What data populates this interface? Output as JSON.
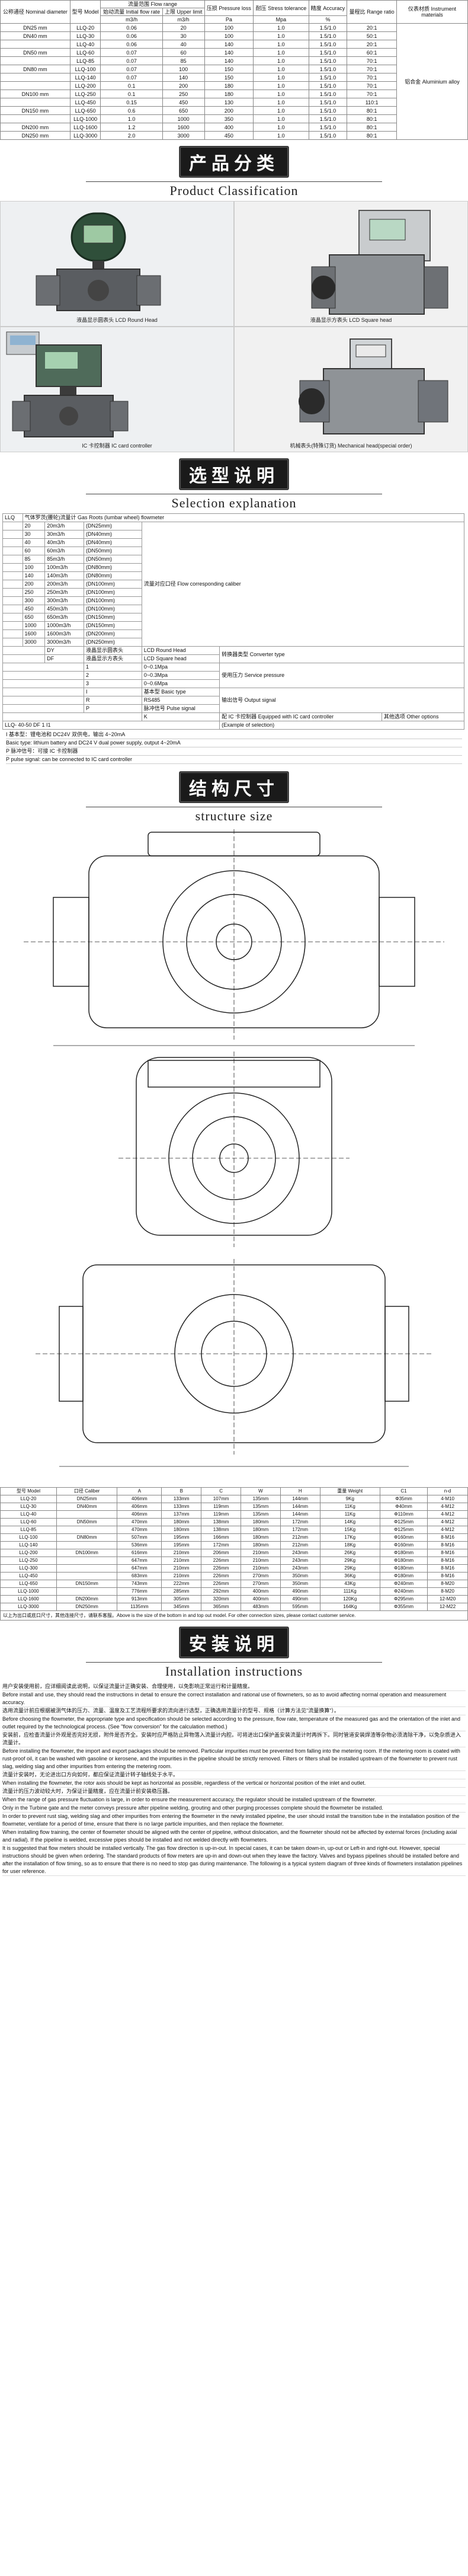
{
  "spec": {
    "group_header": "流量范围    Flow range",
    "headers": [
      "公称通径 Nominal diameter",
      "型号 Model",
      "始动流量 Initial flow rate",
      "上限 Upper limit",
      "压损 Pressure loss",
      "耐压 Stress tolerance",
      "精度 Accuracy",
      "量程比 Range ratio",
      "仪表材质 Instrument materials"
    ],
    "units": [
      "",
      "",
      "m3/h",
      "m3/h",
      "Pa",
      "Mpa",
      "%",
      "",
      ""
    ],
    "rows": [
      [
        "DN25 mm",
        "LLQ-20",
        "0.06",
        "20",
        "100",
        "1.0",
        "1.5/1.0",
        "20:1"
      ],
      [
        "DN40 mm",
        "LLQ-30",
        "0.06",
        "30",
        "100",
        "1.0",
        "1.5/1.0",
        "50:1"
      ],
      [
        "",
        "LLQ-40",
        "0.06",
        "40",
        "140",
        "1.0",
        "1.5/1.0",
        "20:1"
      ],
      [
        "DN50 mm",
        "LLQ-60",
        "0.07",
        "60",
        "140",
        "1.0",
        "1.5/1.0",
        "60:1"
      ],
      [
        "",
        "LLQ-85",
        "0.07",
        "85",
        "140",
        "1.0",
        "1.5/1.0",
        "70:1"
      ],
      [
        "DN80 mm",
        "LLQ-100",
        "0.07",
        "100",
        "150",
        "1.0",
        "1.5/1.0",
        "70:1"
      ],
      [
        "",
        "LLQ-140",
        "0.07",
        "140",
        "150",
        "1.0",
        "1.5/1.0",
        "70:1"
      ],
      [
        "",
        "LLQ-200",
        "0.1",
        "200",
        "180",
        "1.0",
        "1.5/1.0",
        "70:1"
      ],
      [
        "DN100 mm",
        "LLQ-250",
        "0.1",
        "250",
        "180",
        "1.0",
        "1.5/1.0",
        "70:1"
      ],
      [
        "",
        "LLQ-450",
        "0.15",
        "450",
        "130",
        "1.0",
        "1.5/1.0",
        "110:1"
      ],
      [
        "DN150 mm",
        "LLQ-650",
        "0.6",
        "650",
        "200",
        "1.0",
        "1.5/1.0",
        "80:1"
      ],
      [
        "",
        "LLQ-1000",
        "1.0",
        "1000",
        "350",
        "1.0",
        "1.5/1.0",
        "80:1"
      ],
      [
        "DN200 mm",
        "LLQ-1600",
        "1.2",
        "1600",
        "400",
        "1.0",
        "1.5/1.0",
        "80:1"
      ],
      [
        "DN250 mm",
        "LLQ-3000",
        "2.0",
        "3000",
        "450",
        "1.0",
        "1.5/1.0",
        "80:1"
      ]
    ],
    "material": "铝合金 Aluminium alloy"
  },
  "classification": {
    "title_cn": "产品分类",
    "title_en": "Product Classification",
    "captions": [
      "液晶显示圆表头    LCD Round Head",
      "液晶显示方表头    LCD Square head",
      "IC 卡控制器    IC card controller",
      "机械表头(特殊订货)    Mechanical head(special order)"
    ]
  },
  "selection": {
    "title_cn": "选型说明",
    "title_en": "Selection explanation",
    "header_code": "LLQ",
    "header_desc": "气体罗茨(腰轮)流量计    Gas Roots (lumbar wheel) flowmeter",
    "flow_codes": [
      [
        "20",
        "20m3/h",
        "(DN25mm)"
      ],
      [
        "30",
        "30m3/h",
        "(DN40mm)"
      ],
      [
        "40",
        "40m3/h",
        "(DN40mm)"
      ],
      [
        "60",
        "60m3/h",
        "(DN50mm)"
      ],
      [
        "85",
        "85m3/h",
        "(DN50mm)"
      ],
      [
        "100",
        "100m3/h",
        "(DN80mm)"
      ],
      [
        "140",
        "140m3/h",
        "(DN80mm)"
      ],
      [
        "200",
        "200m3/h",
        "(DN100mm)"
      ],
      [
        "250",
        "250m3/h",
        "(DN100mm)"
      ],
      [
        "300",
        "300m3/h",
        "(DN100mm)"
      ],
      [
        "450",
        "450m3/h",
        "(DN100mm)"
      ],
      [
        "650",
        "650m3/h",
        "(DN150mm)"
      ],
      [
        "1000",
        "1000m3/h",
        "(DN150mm)"
      ],
      [
        "1600",
        "1600m3/h",
        "(DN200mm)"
      ],
      [
        "3000",
        "3000m3/h",
        "(DN250mm)"
      ]
    ],
    "flow_note": "流量对应口径 Flow corresponding caliber",
    "converter": [
      [
        "DY",
        "液晶显示圆表头",
        "LCD Round Head"
      ],
      [
        "DF",
        "液晶显示方表头",
        "LCD Square head"
      ]
    ],
    "converter_note": "转换器类型 Converter type",
    "pressure": [
      [
        "1",
        "0~0.1Mpa"
      ],
      [
        "2",
        "0~0.3Mpa"
      ],
      [
        "3",
        "0~0.6Mpa"
      ]
    ],
    "pressure_note": "使用压力 Service pressure",
    "output": [
      [
        "I",
        "基本型",
        "Basic type"
      ],
      [
        "R",
        "RS485",
        ""
      ],
      [
        "P",
        "脉冲信号",
        "Pulse signal"
      ]
    ],
    "output_note": "输出信号 Output signal",
    "other": [
      "K",
      "配 IC 卡控制器",
      "Equipped with IC card controller"
    ],
    "other_note": "其他选项 Other options",
    "example_code": "LLQ-   40-50    DF    1    I1",
    "example_note": "(Example of selection)",
    "notes": [
      "I 基本型：锂电池和 DC24V 双供电，输出 4~20mA",
      "Basic type: lithium battery and DC24 V dual power supply, output 4~20mA",
      "P 脉冲信号：可接 IC 卡控制器",
      "P pulse signal: can be connected to IC card controller"
    ]
  },
  "structure": {
    "title_cn": "结构尺寸",
    "title_en": "structure size",
    "headers": [
      "型号 Model",
      "口径 Caliber",
      "A",
      "B",
      "C",
      "W",
      "H",
      "重量 Weight",
      "C1",
      "n-d"
    ],
    "rows": [
      [
        "LLQ-20",
        "DN25mm",
        "406mm",
        "133mm",
        "107mm",
        "135mm",
        "144mm",
        "9Kg",
        "Φ35mm",
        "4-M10"
      ],
      [
        "LLQ-30",
        "DN40mm",
        "406mm",
        "133mm",
        "119mm",
        "135mm",
        "144mm",
        "11Kg",
        "Φ40mm",
        "4-M12"
      ],
      [
        "LLQ-40",
        "",
        "406mm",
        "137mm",
        "119mm",
        "135mm",
        "144mm",
        "11Kg",
        "Φ110mm",
        "4-M12"
      ],
      [
        "LLQ-60",
        "DN50mm",
        "470mm",
        "180mm",
        "138mm",
        "180mm",
        "172mm",
        "14Kg",
        "Φ125mm",
        "4-M12"
      ],
      [
        "LLQ-85",
        "",
        "470mm",
        "180mm",
        "138mm",
        "180mm",
        "172mm",
        "15Kg",
        "Φ125mm",
        "4-M12"
      ],
      [
        "LLQ-100",
        "DN80mm",
        "507mm",
        "195mm",
        "166mm",
        "180mm",
        "212mm",
        "17Kg",
        "Φ160mm",
        "8-M16"
      ],
      [
        "LLQ-140",
        "",
        "536mm",
        "195mm",
        "172mm",
        "180mm",
        "212mm",
        "18Kg",
        "Φ160mm",
        "8-M16"
      ],
      [
        "LLQ-200",
        "DN100mm",
        "616mm",
        "210mm",
        "206mm",
        "210mm",
        "243mm",
        "26Kg",
        "Φ180mm",
        "8-M16"
      ],
      [
        "LLQ-250",
        "",
        "647mm",
        "210mm",
        "226mm",
        "210mm",
        "243mm",
        "29Kg",
        "Φ180mm",
        "8-M16"
      ],
      [
        "LLQ-300",
        "",
        "647mm",
        "210mm",
        "226mm",
        "210mm",
        "243mm",
        "29Kg",
        "Φ180mm",
        "8-M16"
      ],
      [
        "LLQ-450",
        "",
        "683mm",
        "210mm",
        "226mm",
        "270mm",
        "350mm",
        "36Kg",
        "Φ180mm",
        "8-M16"
      ],
      [
        "LLQ-650",
        "DN150mm",
        "743mm",
        "222mm",
        "226mm",
        "270mm",
        "350mm",
        "43Kg",
        "Φ240mm",
        "8-M20"
      ],
      [
        "LLQ-1000",
        "",
        "776mm",
        "285mm",
        "292mm",
        "400mm",
        "490mm",
        "111Kg",
        "Φ240mm",
        "8-M20"
      ],
      [
        "LLQ-1600",
        "DN200mm",
        "913mm",
        "305mm",
        "320mm",
        "400mm",
        "490mm",
        "120Kg",
        "Φ295mm",
        "12-M20"
      ],
      [
        "LLQ-3000",
        "DN250mm",
        "1135mm",
        "345mm",
        "365mm",
        "483mm",
        "595mm",
        "164Kg",
        "Φ355mm",
        "12-M22"
      ]
    ],
    "note": "以上为出口或底口尺寸，其他连接尺寸，请联系客服。Above is the size of the bottom in and top out model. For other connection sizes, please contact customer service."
  },
  "installation": {
    "title_cn": "安装说明",
    "title_en": "Installation instructions",
    "paragraphs": [
      "用户安装使用前，应详细阅读此说明，以保证流量计正确安装、合理使用，以免影响正常运行和计量精度。",
      "Before install and use, they should read the instructions in detail to ensure the correct installation and rational use of flowmeters, so as to avoid affecting normal operation and measurement accuracy.",
      "选用流量计前应根据被测气体的压力、流量、温度及工艺流程所要求的流向进行选型，正确选用流量计的型号、规格（计算方法见\"流量换算\"）。",
      "Before choosing the flowmeter, the appropriate type and specification should be selected according to the pressure, flow rate, temperature of the measured gas and the orientation of the inlet and outlet required by the technological process. (See \"flow conversion\" for the calculation method.)",
      "安装前，应检查流量计外观是否完好无损，附件是否齐全。安装时应严格防止异物落入流量计内腔。可将进出口保护盖安装流量计时再拆下。同时管道安装焊渣等杂物必须清除干净，以免杂质进入流量计。",
      "Before installing the flowmeter, the import and export packages should be removed. Particular impurities must be prevented from falling into the metering room. If the metering room is coated with rust-proof oil, it can be washed with gasoline or kerosene, and the impurities in the pipeline should be strictly removed. Filters or filters shall be installed upstream of the flowmeter to prevent rust slag, welding slag and other impurities from entering the metering room.",
      "流量计安装时，无论进出口方向如何，都应保证流量计转子轴线处于水平。",
      "When installing the flowmeter, the rotor axis should be kept as horizontal as possible, regardless of the vertical or horizontal position of the inlet and outlet.",
      "流量计的压力波动较大时，为保证计量精度，应在流量计前安装稳压器。",
      "When the range of gas pressure fluctuation is large, in order to ensure the measurement accuracy, the regulator should be installed upstream of the flowmeter.",
      "Only in the Turbine gate and the meter conveys pressure after pipeline welding, grouting and other purging processes complete should the flowmeter be installed.",
      "In order to prevent rust slag, welding slag and other impurities from entering the flowmeter in the newly installed pipeline, the user should install the transition tube in the installation position of the flowmeter, ventilate for a period of time, ensure that there is no large particle impurities, and then replace the flowmeter.",
      "When installing flow training, the center of flowmeter should be aligned with the center of pipeline, without dislocation, and the flowmeter should not be affected by external forces (including axial and radial). If the pipeline is welded, excessive pipes should be installed and not welded directly with flowmeters.",
      "It is suggested that flow meters should be installed vertically. The gas flow direction is up-in-out. In special cases, it can be taken down-in, up-out or Left-in and right-out. However, special instructions should be given when ordering. The standard products of flow meters are up-in and down-out when they leave the factory. Valves and bypass pipelines should be installed before and after the installation of flow timing, so as to ensure that there is no need to stop gas during maintenance. The following is a typical system diagram of three kinds of flowmeters installation pipelines for user reference."
    ]
  }
}
